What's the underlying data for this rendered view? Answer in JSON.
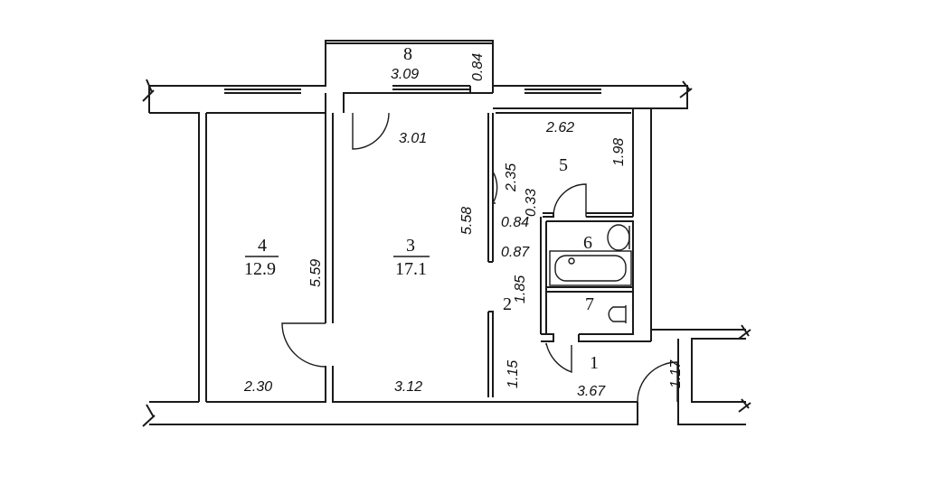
{
  "rooms": [
    {
      "num": "1"
    },
    {
      "num": "2"
    },
    {
      "num": "3",
      "area": "17.1"
    },
    {
      "num": "4",
      "area": "12.9"
    },
    {
      "num": "5"
    },
    {
      "num": "6"
    },
    {
      "num": "7"
    },
    {
      "num": "8"
    }
  ],
  "dims": {
    "balcony_width": "3.09",
    "balcony_depth": "0.84",
    "room3_top": "3.01",
    "room3_height": "5.58",
    "room3_bottom": "3.12",
    "room4_height": "5.59",
    "room4_bottom": "2.30",
    "kitchen_width": "2.62",
    "kitchen_height": "1.98",
    "corr_235": "2.35",
    "corr_033": "0.33",
    "corr_084": "0.84",
    "corr_087": "0.87",
    "corr_185": "1.85",
    "corr_115": "1.15",
    "hall_width": "3.67",
    "entry_117": "1.17"
  },
  "colors": {
    "line": "#1a1a1a",
    "background": "#ffffff"
  }
}
